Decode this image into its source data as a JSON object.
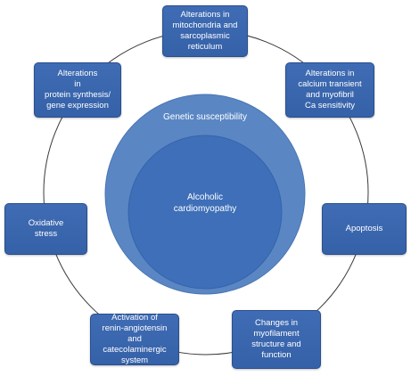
{
  "center": {
    "outer_label": "Genetic susceptibility",
    "inner_label": "Alcoholic\ncardiomyopathy"
  },
  "nodes": {
    "mito": "Alterations in\nmitochondria and\nsarcoplasmic\nreticulum",
    "calcium": "Alterations in\ncalcium transient\nand myofibril\nCa sensitivity",
    "apoptosis": "Apoptosis",
    "myofilament": "Changes in\nmyofilament\nstructure and\nfunction",
    "renin": "Activation of\nrenin-angiotensin and\ncatecolaminergic\nsystem",
    "oxidative": "Oxidative\nstress",
    "protein": "Alterations\nin\nprotein synthesis/\ngene expression"
  },
  "colors": {
    "box_fill": "#3a67b0",
    "outer_circle": "#5a87c4",
    "inner_circle": "#3e6fb8",
    "ring_line": "#3a3a3a"
  }
}
